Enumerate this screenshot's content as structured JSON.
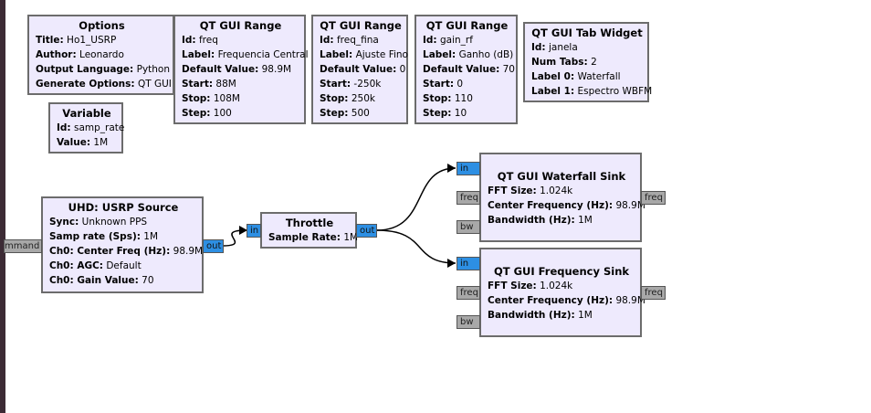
{
  "blocks": {
    "options": {
      "title": "Options",
      "params": [
        {
          "key": "Title:",
          "value": "Ho1_USRP"
        },
        {
          "key": "Author:",
          "value": "Leonardo"
        },
        {
          "key": "Output Language:",
          "value": "Python"
        },
        {
          "key": "Generate Options:",
          "value": "QT GUI"
        }
      ]
    },
    "variable": {
      "title": "Variable",
      "params": [
        {
          "key": "Id:",
          "value": "samp_rate"
        },
        {
          "key": "Value:",
          "value": "1M"
        }
      ]
    },
    "range_freq": {
      "title": "QT GUI Range",
      "params": [
        {
          "key": "Id:",
          "value": "freq"
        },
        {
          "key": "Label:",
          "value": "Frequencia Central"
        },
        {
          "key": "Default Value:",
          "value": "98.9M"
        },
        {
          "key": "Start:",
          "value": "88M"
        },
        {
          "key": "Stop:",
          "value": "108M"
        },
        {
          "key": "Step:",
          "value": "100"
        }
      ]
    },
    "range_freq_fina": {
      "title": "QT GUI Range",
      "params": [
        {
          "key": "Id:",
          "value": "freq_fina"
        },
        {
          "key": "Label:",
          "value": "Ajuste Fino"
        },
        {
          "key": "Default Value:",
          "value": "0"
        },
        {
          "key": "Start:",
          "value": "-250k"
        },
        {
          "key": "Stop:",
          "value": "250k"
        },
        {
          "key": "Step:",
          "value": "500"
        }
      ]
    },
    "range_gain_rf": {
      "title": "QT GUI Range",
      "params": [
        {
          "key": "Id:",
          "value": "gain_rf"
        },
        {
          "key": "Label:",
          "value": "Ganho (dB)"
        },
        {
          "key": "Default Value:",
          "value": "70"
        },
        {
          "key": "Start:",
          "value": "0"
        },
        {
          "key": "Stop:",
          "value": "110"
        },
        {
          "key": "Step:",
          "value": "10"
        }
      ]
    },
    "tab_widget": {
      "title": "QT GUI Tab Widget",
      "params": [
        {
          "key": "Id:",
          "value": "janela"
        },
        {
          "key": "Num Tabs:",
          "value": "2"
        },
        {
          "key": "Label 0:",
          "value": "Waterfall"
        },
        {
          "key": "Label 1:",
          "value": "Espectro WBFM"
        }
      ]
    },
    "usrp_source": {
      "title": "UHD: USRP Source",
      "params": [
        {
          "key": "Sync:",
          "value": "Unknown PPS"
        },
        {
          "key": "Samp rate (Sps):",
          "value": "1M"
        },
        {
          "key": "Ch0: Center Freq (Hz):",
          "value": "98.9M"
        },
        {
          "key": "Ch0: AGC:",
          "value": "Default"
        },
        {
          "key": "Ch0: Gain Value:",
          "value": "70"
        }
      ],
      "port_in": "mmand",
      "port_out": "out"
    },
    "throttle": {
      "title": "Throttle",
      "params": [
        {
          "key": "Sample Rate:",
          "value": "1M"
        }
      ],
      "port_in": "in",
      "port_out": "out"
    },
    "waterfall_sink": {
      "title": "QT GUI Waterfall Sink",
      "params": [
        {
          "key": "FFT Size:",
          "value": "1.024k"
        },
        {
          "key": "Center Frequency (Hz):",
          "value": "98.9M"
        },
        {
          "key": "Bandwidth (Hz):",
          "value": "1M"
        }
      ],
      "port_in": "in",
      "port_freq_in": "freq",
      "port_bw": "bw",
      "port_freq_out": "freq"
    },
    "freq_sink": {
      "title": "QT GUI Frequency Sink",
      "params": [
        {
          "key": "FFT Size:",
          "value": "1.024k"
        },
        {
          "key": "Center Frequency (Hz):",
          "value": "98.9M"
        },
        {
          "key": "Bandwidth (Hz):",
          "value": "1M"
        }
      ],
      "port_in": "in",
      "port_freq_in": "freq",
      "port_bw": "bw",
      "port_freq_out": "freq"
    }
  },
  "colors": {
    "block_fill": "#eeeafd",
    "block_border": "#6c6c6c",
    "stream_port": "#2d8fe3",
    "message_port": "#a8a8a8",
    "wire": "#000000",
    "left_edge": "#3c2b35"
  }
}
